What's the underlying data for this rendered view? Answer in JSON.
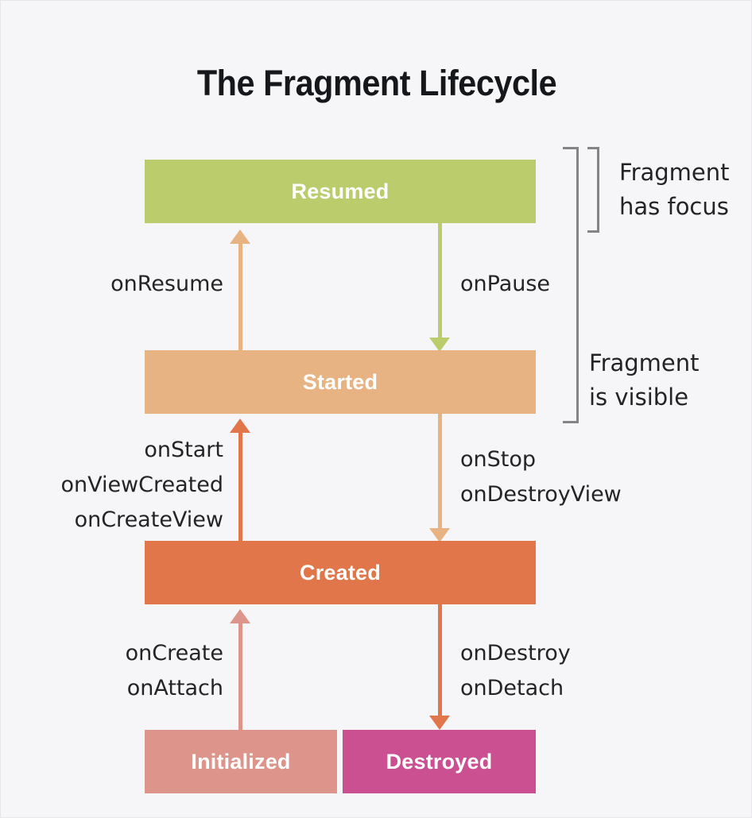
{
  "diagram": {
    "title": "The Fragment Lifecycle",
    "background_color": "#f6f5f7",
    "states": [
      {
        "id": "resumed",
        "label": "Resumed",
        "color": "#bbcc6c"
      },
      {
        "id": "started",
        "label": "Started",
        "color": "#e8b383"
      },
      {
        "id": "created",
        "label": "Created",
        "color": "#e0764a"
      },
      {
        "id": "initialized",
        "label": "Initialized",
        "color": "#dd958b"
      },
      {
        "id": "destroyed",
        "label": "Destroyed",
        "color": "#ca5091"
      }
    ],
    "transitions": [
      {
        "id": "onresume",
        "label": "onResume",
        "from": "started",
        "to": "resumed",
        "direction": "up",
        "color": "#e8b383"
      },
      {
        "id": "onpause",
        "label": "onPause",
        "from": "resumed",
        "to": "started",
        "direction": "down",
        "color": "#bbcc6c"
      },
      {
        "id": "onstart",
        "label": "onStart\nonViewCreated\nonCreateView",
        "from": "created",
        "to": "started",
        "direction": "up",
        "color": "#e0764a"
      },
      {
        "id": "onstop",
        "label": "onStop\nonDestroyView",
        "from": "started",
        "to": "created",
        "direction": "down",
        "color": "#e8b383"
      },
      {
        "id": "oncreate",
        "label": "onCreate\nonAttach",
        "from": "initialized",
        "to": "created",
        "direction": "up",
        "color": "#dd958b"
      },
      {
        "id": "ondestroy",
        "label": "onDestroy\nonDetach",
        "from": "created",
        "to": "destroyed",
        "direction": "down",
        "color": "#e0764a"
      }
    ],
    "brackets": [
      {
        "id": "has-focus",
        "label": "Fragment\nhas focus",
        "spans": [
          "resumed"
        ]
      },
      {
        "id": "is-visible",
        "label": "Fragment\nis visible",
        "spans": [
          "resumed",
          "started"
        ]
      }
    ]
  }
}
